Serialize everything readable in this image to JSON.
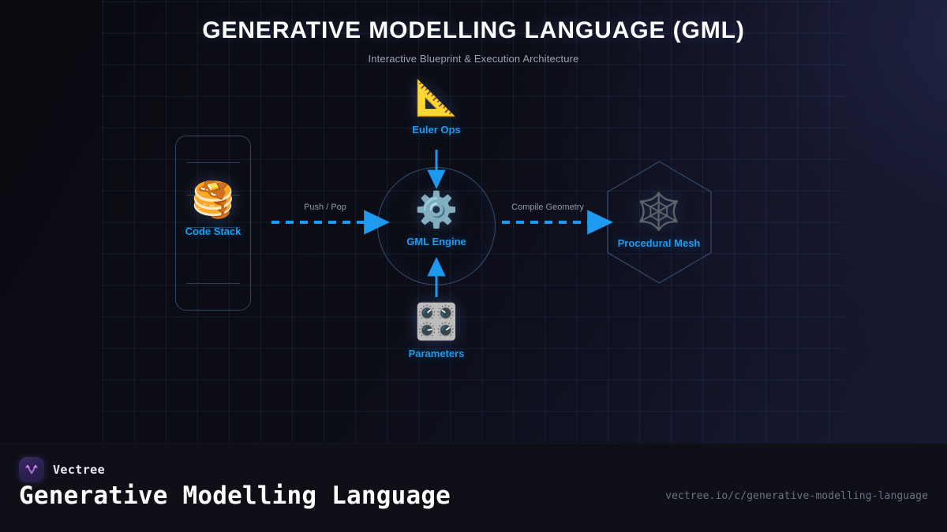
{
  "header": {
    "title": "GENERATIVE MODELLING LANGUAGE (GML)",
    "subtitle": "Interactive Blueprint & Execution Architecture"
  },
  "diagram": {
    "nodes": [
      {
        "id": "euler",
        "label": "Euler Ops",
        "icon": "triangular-ruler-icon",
        "glyph": "📐",
        "shape": "none"
      },
      {
        "id": "stack",
        "label": "Code Stack",
        "icon": "pancakes-icon",
        "glyph": "🥞",
        "shape": "rounded-rect"
      },
      {
        "id": "engine",
        "label": "GML Engine",
        "icon": "gear-icon",
        "glyph": "⚙️",
        "shape": "circle"
      },
      {
        "id": "mesh",
        "label": "Procedural Mesh",
        "icon": "spider-web-icon",
        "glyph": "🕸️",
        "shape": "hexagon"
      },
      {
        "id": "params",
        "label": "Parameters",
        "icon": "control-knobs-icon",
        "glyph": "🎛️",
        "shape": "none"
      }
    ],
    "edges": [
      {
        "id": "push-pop",
        "label": "Push / Pop",
        "from": "stack",
        "to": "engine",
        "style": "dashed"
      },
      {
        "id": "compile-geometry",
        "label": "Compile Geometry",
        "from": "engine",
        "to": "mesh",
        "style": "dashed"
      },
      {
        "id": "euler-in",
        "label": "",
        "from": "euler",
        "to": "engine",
        "style": "solid"
      },
      {
        "id": "params-in",
        "label": "",
        "from": "params",
        "to": "engine",
        "style": "solid"
      }
    ],
    "colors": {
      "accent": "#1e9bf0",
      "node_outline": "#608cc8",
      "edge_label": "#9097a8",
      "background": "#0c0d14",
      "grid": "#5682be"
    }
  },
  "footer": {
    "brand": "Vectree",
    "logo_icon": "vectree-logo-icon",
    "title": "Generative Modelling Language",
    "url": "vectree.io/c/generative-modelling-language",
    "brand_color": "#b06ce0"
  }
}
